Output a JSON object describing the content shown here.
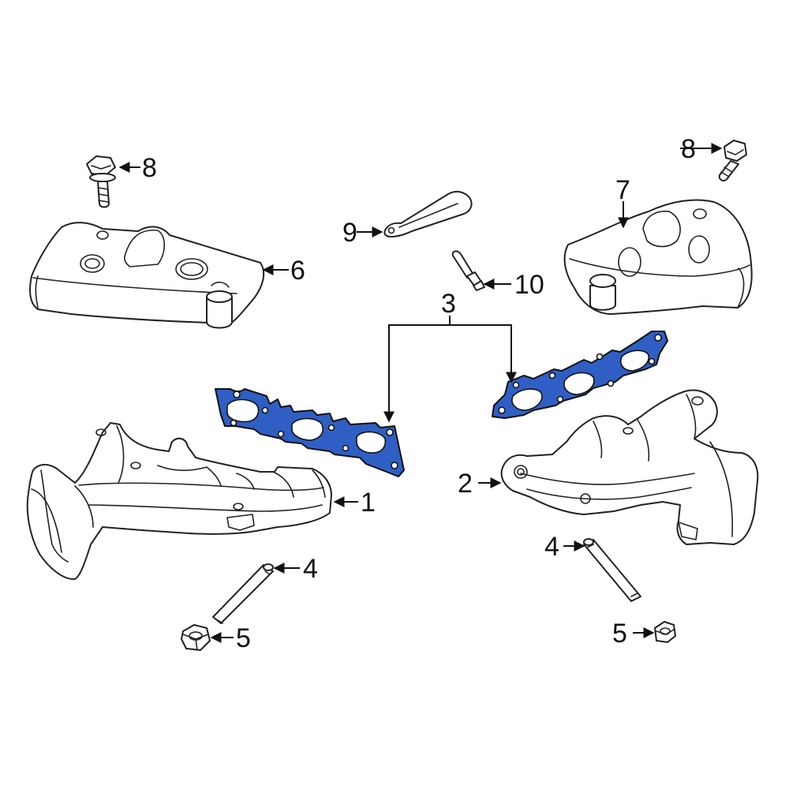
{
  "diagram": {
    "colors": {
      "highlight": "#2f5fc4",
      "line": "#222222",
      "background": "#ffffff"
    },
    "callouts": {
      "c1": "1",
      "c2": "2",
      "c3": "3",
      "c4_left": "4",
      "c4_right": "4",
      "c5_left": "5",
      "c5_right": "5",
      "c6": "6",
      "c7": "7",
      "c8_left": "8",
      "c8_right": "8",
      "c9": "9",
      "c10": "10"
    }
  }
}
